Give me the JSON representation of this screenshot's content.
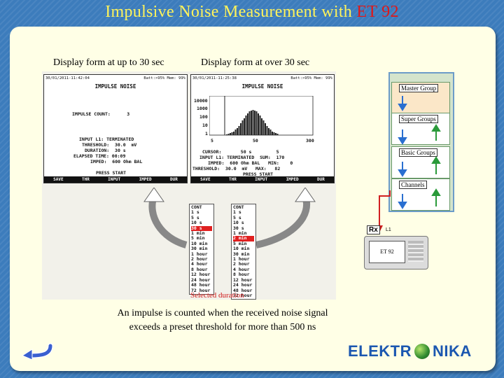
{
  "title": {
    "main": "Impulsive  Noise  Measurement with ",
    "accent": "ET 92"
  },
  "captions": {
    "left": "Display form at up to 30 sec",
    "right": "Display form at over 30 sec"
  },
  "screen_left": {
    "date": "30/01/2011-11:42:04",
    "status": "Batt:>95%  Mem:  99%",
    "title": "IMPULSE NOISE",
    "count_line": "IMPULSE COUNT:      3",
    "lines": [
      "INPUT L1: TERMINATED",
      "THRESHOLD:  30.0  mV",
      "DURATION:  30 s",
      "ELAPSED TIME: 00:09",
      "IMPED:  600 Ohm BAL"
    ],
    "press": "PRESS START",
    "fkeys": [
      "SAVE",
      "THR",
      "INPUT",
      "IMPED",
      "DUR"
    ]
  },
  "screen_right": {
    "date": "30/01/2011-11:25:38",
    "status": "Batt:>95%  Mem:  99%",
    "title": "IMPULSE NOISE",
    "yticks": [
      "10000",
      "1000",
      "100",
      "10",
      "1"
    ],
    "xticks": [
      "5",
      "50",
      "300"
    ],
    "lines": [
      "CURSOR:       50 s         5",
      "INPUT L1: TERMINATED  SUM:  170",
      "IMPED:  600 Ohm BAL   MIN:    0",
      "THRESHOLD:  30.0  mV   MAX:   82"
    ],
    "press": "PRESS START",
    "fkeys": [
      "SAVE",
      "THR",
      "INPUT",
      "IMPED",
      "DUR"
    ]
  },
  "duration_list_left": {
    "items": [
      "CONT",
      "1 s",
      "5 s",
      "10 s",
      "30 s",
      "1 min",
      "5 min",
      "10 min",
      "30 min",
      "1 hour",
      "2 hour",
      "4 hour",
      "8 hour",
      "12 hour",
      "24 hour",
      "48 hour",
      "72 hour"
    ],
    "selected": 4
  },
  "duration_list_right": {
    "items": [
      "CONT",
      "1 s",
      "5 s",
      "10 s",
      "30 s",
      "1 min",
      "2 min",
      "5 min",
      "10 min",
      "30 min",
      "1 hour",
      "2 hour",
      "4 hour",
      "8 hour",
      "12 hour",
      "24 hour",
      "48 hour",
      "72 hour"
    ],
    "selected": 6
  },
  "selected_label": "Selected duration",
  "note": [
    "An impulse is counted when the received noise signal",
    "exceeds a preset threshold for more than 500 ns"
  ],
  "hierarchy": [
    "Master Group",
    "Super Groups",
    "Basic Groups",
    "Channels"
  ],
  "rx_label": "Rx",
  "l1_label": "L1",
  "device_label": "ET 92",
  "brand": {
    "left": "ELEKTR",
    "right": "NIKA"
  },
  "colors": {
    "title": "#fff35a",
    "accent": "#e01818",
    "brand": "#1b57b0"
  }
}
